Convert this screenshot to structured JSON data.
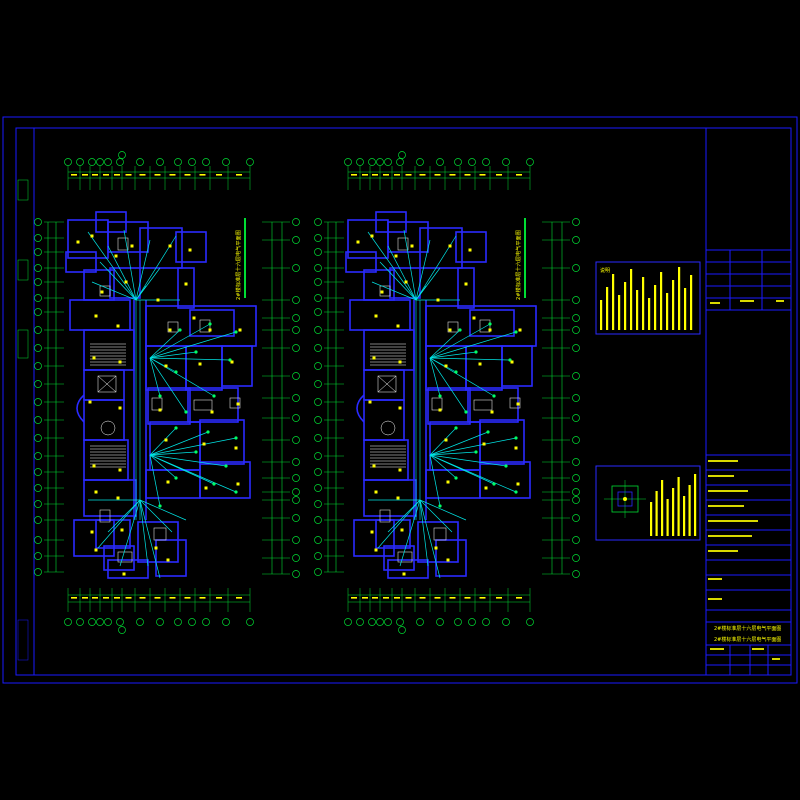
{
  "drawing": {
    "background": "#000000",
    "colors": {
      "frame": "#1a1aff",
      "wall": "#2a2aff",
      "dim": "#00dd33",
      "wire": "#00e5e5",
      "device": "#ffff00",
      "note_box": "#2a2aff",
      "grid_bubble": "#00dd33"
    },
    "plans": [
      {
        "title": "2#楼标准层十六层电气平面图"
      },
      {
        "title": "2#楼标准层十六层电气平面图"
      }
    ],
    "title_block": {
      "caption_lines": [
        "2#楼标准层十六层电气平面图",
        "2#楼标准层十六层电气平面图"
      ]
    },
    "notes_title": "说明"
  }
}
